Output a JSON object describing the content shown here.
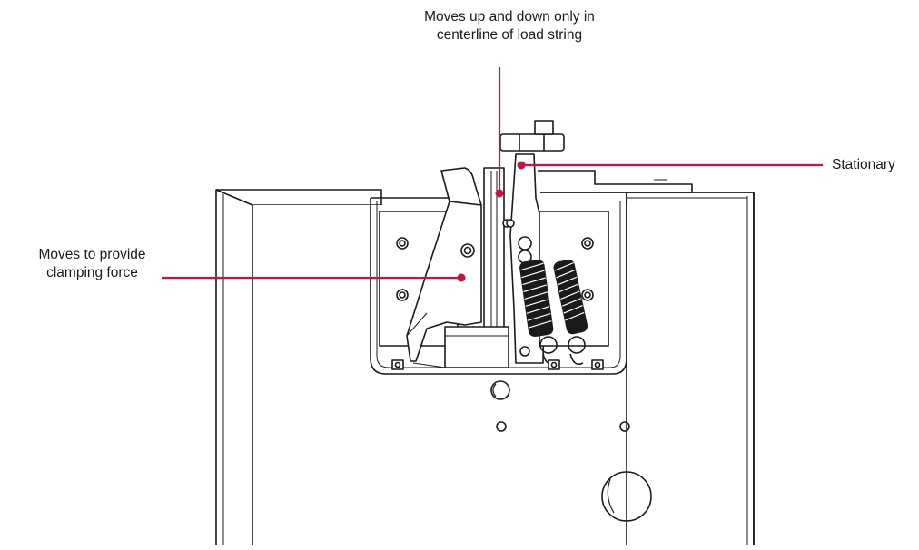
{
  "callouts": {
    "top": {
      "lines": [
        "Moves up and down only in",
        "centerline of load string"
      ]
    },
    "right": {
      "text": "Stationary"
    },
    "left": {
      "lines": [
        "Moves to provide",
        "clamping force"
      ]
    }
  },
  "colors": {
    "callout_accent": "#c41443",
    "drawing_stroke": "#1a1a1a",
    "background": "#ffffff"
  },
  "icons": [
    "grip-fixture-drawing",
    "spring-icon",
    "screw-icon",
    "callout-dot-icon"
  ]
}
